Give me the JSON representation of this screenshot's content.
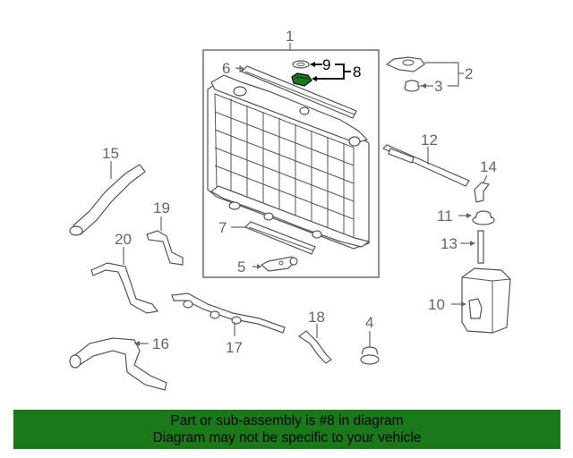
{
  "callouts": {
    "c1": "1",
    "c2": "2",
    "c3": "3",
    "c4": "4",
    "c5": "5",
    "c6": "6",
    "c7": "7",
    "c8": "8",
    "c9": "9",
    "c10": "10",
    "c11": "11",
    "c12": "12",
    "c13": "13",
    "c14": "14",
    "c15": "15",
    "c16": "16",
    "c17": "17",
    "c18": "18",
    "c19": "19",
    "c20": "20"
  },
  "highlight": {
    "part_number": "8",
    "color": "#1a7a1a"
  },
  "banner": {
    "line1": "Part or sub-assembly is #8 in diagram",
    "line2": "Diagram may not be specific to your vehicle",
    "background": "#1a7a1a"
  }
}
